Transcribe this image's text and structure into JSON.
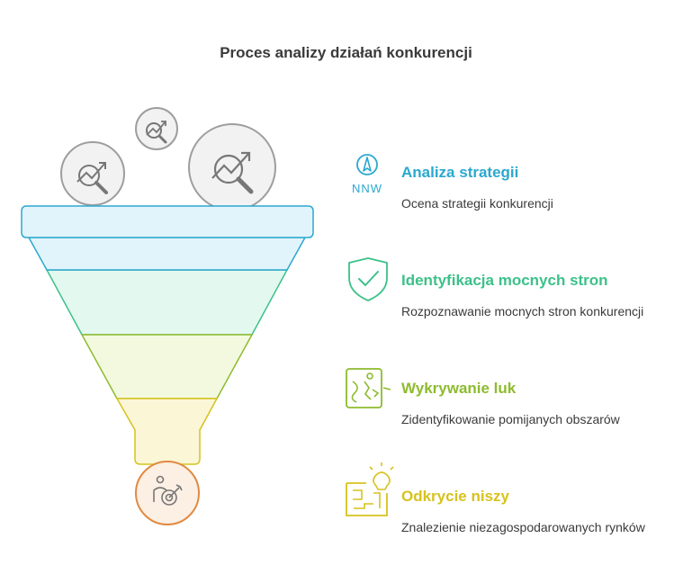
{
  "title": "Proces analizy działań konkurencji",
  "steps": [
    {
      "title": "Analiza strategii",
      "description": "Ocena strategii konkurencji",
      "icon": "compass-icon",
      "color": "#2aa8cf"
    },
    {
      "title": "Identyfikacja mocnych stron",
      "description": "Rozpoznawanie mocnych stron konkurencji",
      "icon": "shield-check-icon",
      "color": "#3cc189"
    },
    {
      "title": "Wykrywanie luk",
      "description": "Zidentyfikowanie pomijanych obszarów",
      "icon": "path-discovery-icon",
      "color": "#8dbb2e"
    },
    {
      "title": "Odkrycie niszy",
      "description": "Znalezienie niezagospodarowanych rynków",
      "icon": "lightbulb-map-icon",
      "color": "#d7c21d"
    }
  ],
  "compass_label": "NNW"
}
